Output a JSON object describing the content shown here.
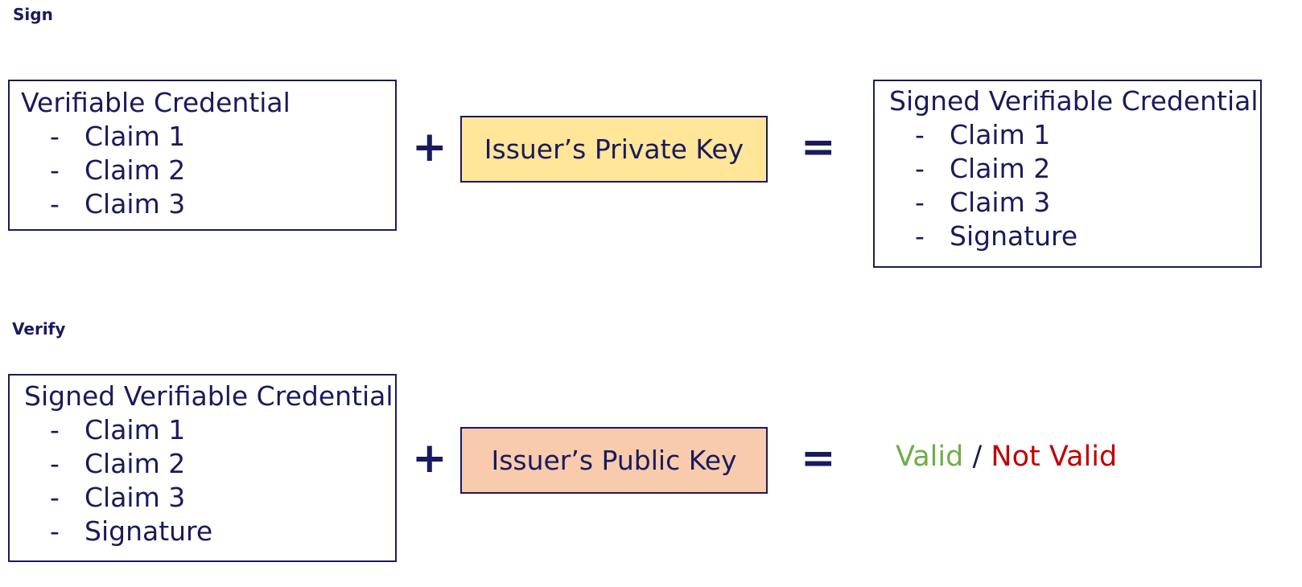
{
  "colors": {
    "ink": "#1a1a5c",
    "private_key_fill": "#ffe699",
    "public_key_fill": "#f8cbad",
    "valid": "#70ad47",
    "not_valid": "#c00000"
  },
  "sign": {
    "label": "Sign",
    "input": {
      "title": "Verifiable Credential",
      "items": [
        "Claim 1",
        "Claim 2",
        "Claim 3"
      ]
    },
    "plus": "+",
    "key": "Issuer’s Private Key",
    "equals": "=",
    "output": {
      "title": "Signed Verifiable Credential",
      "items": [
        "Claim 1",
        "Claim 2",
        "Claim 3",
        "Signature"
      ]
    }
  },
  "verify": {
    "label": "Verify",
    "input": {
      "title": "Signed Verifiable Credential",
      "items": [
        "Claim 1",
        "Claim 2",
        "Claim 3",
        "Signature"
      ]
    },
    "plus": "+",
    "key": "Issuer’s Public Key",
    "equals": "=",
    "result": {
      "valid": "Valid",
      "separator": "/",
      "not_valid": "Not Valid"
    }
  },
  "list_marker": "-"
}
